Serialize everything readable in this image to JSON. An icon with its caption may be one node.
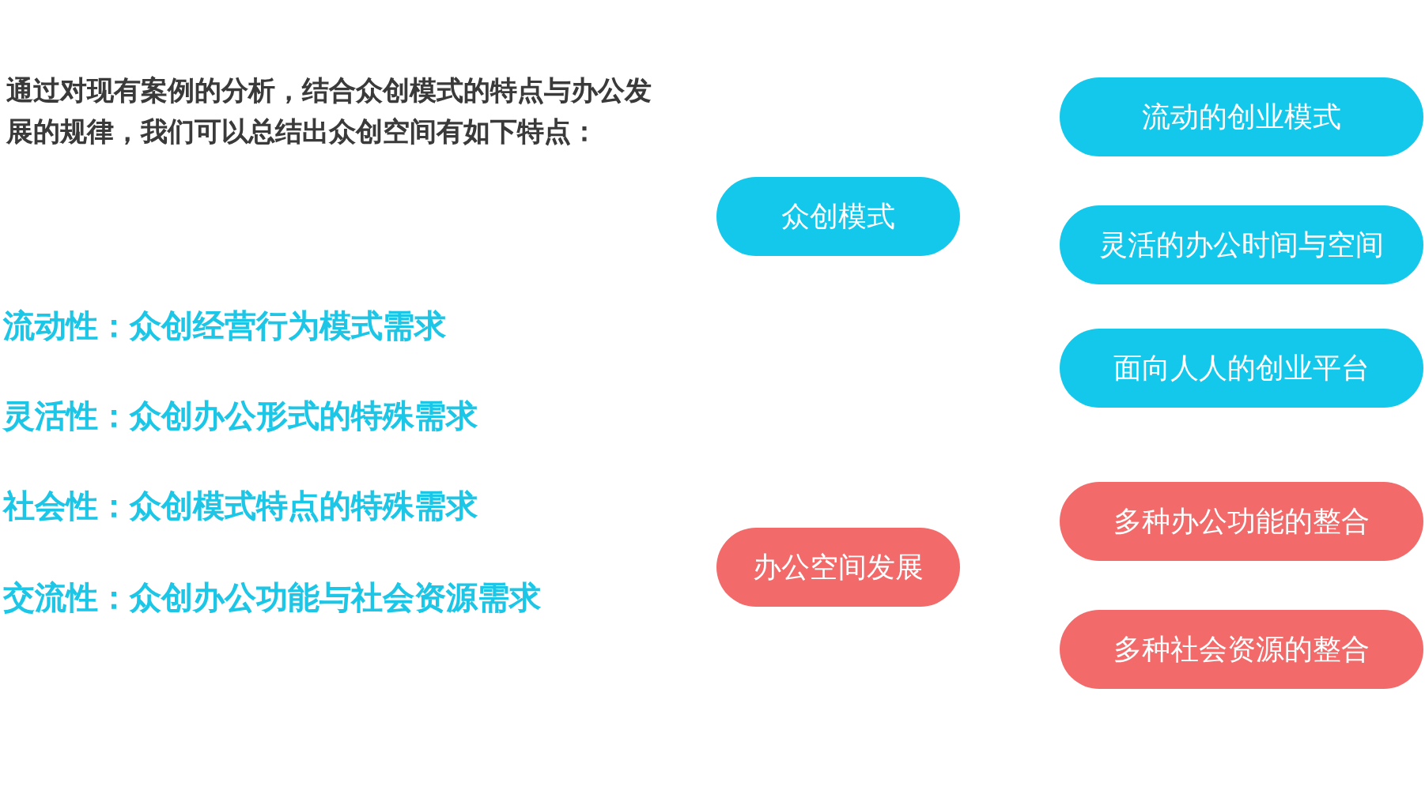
{
  "diagram": {
    "nodes": [
      {
        "text": [
          "众创模式"
        ]
      },
      {
        "text": [
          "办公空间发展"
        ]
      },
      {
        "text": [
          "流动的创业模式"
        ]
      },
      {
        "text": [
          "灵活的办公时间与空间"
        ]
      },
      {
        "text": [
          "面向人人的创业平台"
        ]
      },
      {
        "text": [
          "多种办公功能的整合"
        ]
      },
      {
        "text": [
          "多种社会资源的整合"
        ]
      }
    ],
    "labels": [
      "通过对现有案例的分析，结合众创模式的特点与办公发展的规律，我们可以总结出众创空间有如下特点：",
      "流动性：众创经营行为模式需求",
      "灵活性：众创办公形式的特殊需求",
      "社会性：众创模式特点的特殊需求",
      "交流性：众创办公功能与社会资源需求"
    ]
  }
}
